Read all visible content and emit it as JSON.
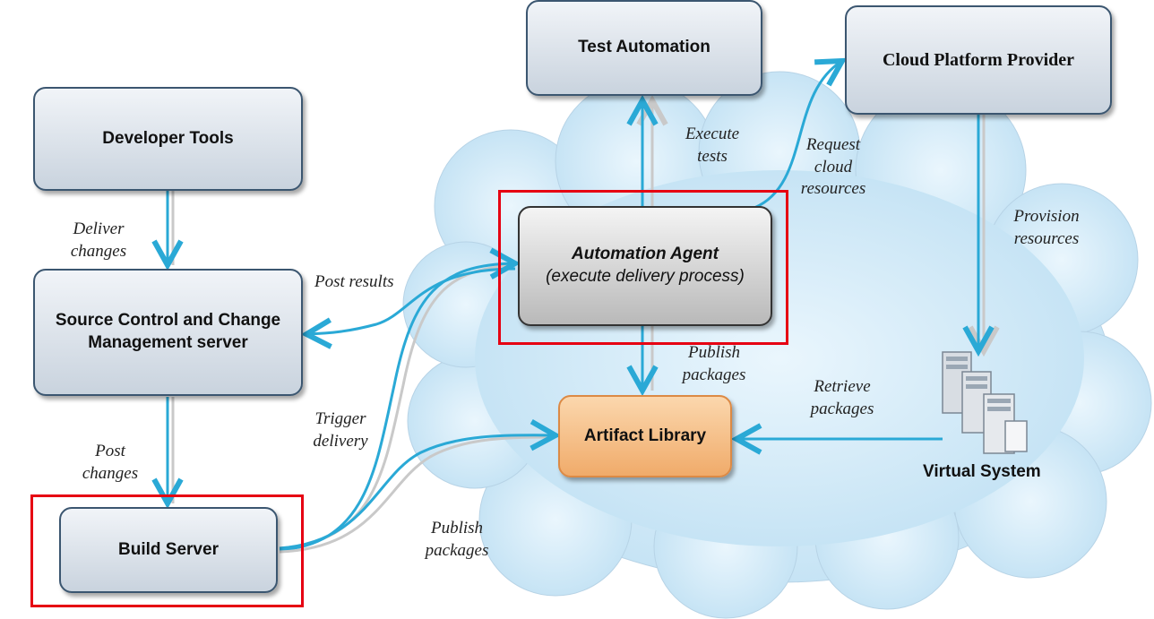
{
  "nodes": {
    "developer_tools": "Developer Tools",
    "source_control": "Source Control and Change Management server",
    "build_server": "Build Server",
    "test_automation": "Test Automation",
    "cloud_provider": "Cloud Platform Provider",
    "automation_agent_title": "Automation Agent",
    "automation_agent_sub": "(execute delivery process)",
    "artifact_library": "Artifact Library",
    "virtual_system": "Virtual System"
  },
  "edges": {
    "deliver_changes": "Deliver changes",
    "post_changes": "Post changes",
    "post_results": "Post results",
    "trigger_delivery": "Trigger delivery",
    "publish_packages_build": "Publish packages",
    "execute_tests": "Execute tests",
    "request_cloud_resources": "Request cloud resources",
    "provision_resources": "Provision resources",
    "publish_packages_agent": "Publish packages",
    "retrieve_packages": "Retrieve packages"
  },
  "highlights": [
    "automation-agent",
    "build-server"
  ],
  "colors": {
    "arrow": "#2aa9d6",
    "highlight": "#e60012",
    "cloud": "#cfe8f7"
  }
}
